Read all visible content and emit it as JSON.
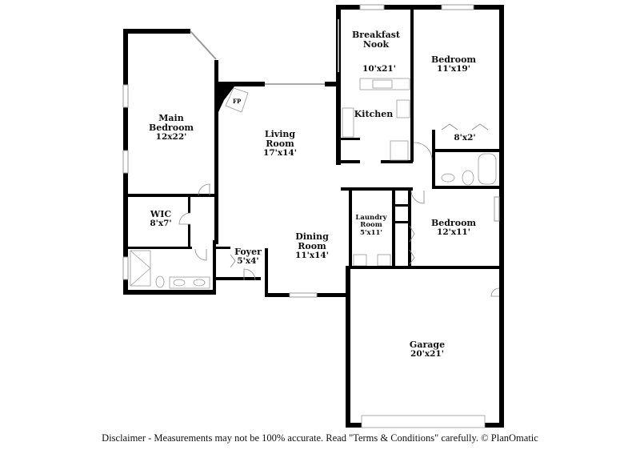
{
  "floorplan": {
    "rooms": [
      {
        "id": "main-bedroom",
        "name": "Main\nBedroom",
        "name_line1": "Main",
        "name_line2": "Bedroom",
        "dim": "12x22'"
      },
      {
        "id": "living-room",
        "name_line1": "Living",
        "name_line2": "Room",
        "dim": "17'x14'"
      },
      {
        "id": "breakfast-nook",
        "name_line1": "Breakfast",
        "name_line2": "Nook",
        "dim": "10'x21'"
      },
      {
        "id": "kitchen",
        "name_line1": "Kitchen"
      },
      {
        "id": "bedroom-1",
        "name_line1": "Bedroom",
        "dim": "11'x19'"
      },
      {
        "id": "closet-8x2",
        "dim": "8'x2'"
      },
      {
        "id": "wic",
        "name_line1": "WIC",
        "dim": "8'x7'"
      },
      {
        "id": "foyer",
        "name_line1": "Foyer",
        "dim": "5'x4'"
      },
      {
        "id": "dining-room",
        "name_line1": "Dining",
        "name_line2": "Room",
        "dim": "11'x14'"
      },
      {
        "id": "laundry-room",
        "name_line1": "Laundry",
        "name_line2": "Room",
        "dim": "5'x11'"
      },
      {
        "id": "bedroom-2",
        "name_line1": "Bedroom",
        "dim": "12'x11'"
      },
      {
        "id": "garage",
        "name_line1": "Garage",
        "dim": "20'x21'"
      }
    ],
    "fireplace_label": "FP"
  },
  "disclaimer": "Disclaimer - Measurements may not be 100% accurate. Read \"Terms & Conditions\" carefully. © PlanOmatic"
}
